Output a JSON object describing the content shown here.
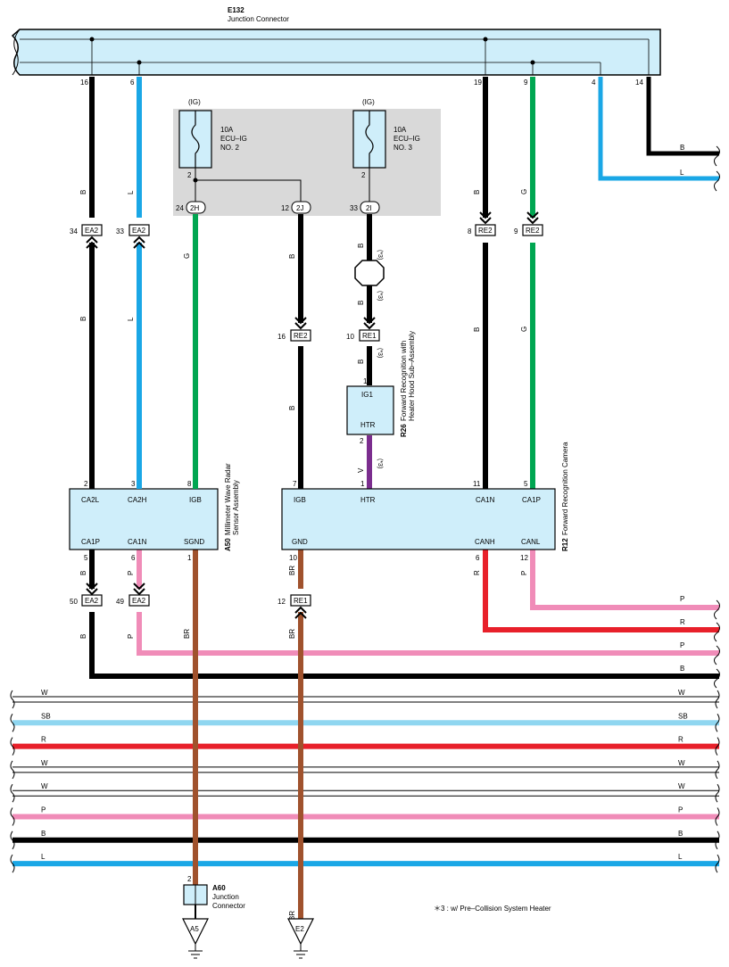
{
  "junction": {
    "code": "E132",
    "name": "Junction Connector"
  },
  "junction_pins": {
    "p16": "16",
    "p6": "6",
    "p19": "19",
    "p9": "9",
    "p4": "4",
    "p14": "14"
  },
  "relay_box": {
    "fuse1": {
      "ig": "(IG)",
      "amp": "10A",
      "name1": "ECU–IG",
      "name2": "NO. 2",
      "pin": "2"
    },
    "fuse2": {
      "ig": "(IG)",
      "amp": "10A",
      "name1": "ECU–IG",
      "name2": "NO. 3",
      "pin": "2"
    },
    "conn_2H": {
      "pin": "24",
      "label": "2H"
    },
    "conn_2J": {
      "pin": "12",
      "label": "2J"
    },
    "conn_2I": {
      "pin": "33",
      "label": "2I"
    }
  },
  "connectors": {
    "ea2_34": {
      "pin": "34",
      "label": "EA2"
    },
    "ea2_33": {
      "pin": "33",
      "label": "EA2"
    },
    "re2_8": {
      "pin": "8",
      "label": "RE2"
    },
    "re2_9": {
      "pin": "9",
      "label": "RE2"
    },
    "re2_16": {
      "pin": "16",
      "label": "RE2"
    },
    "re1_10": {
      "pin": "10",
      "label": "RE1"
    },
    "ea2_50": {
      "pin": "50",
      "label": "EA2"
    },
    "ea2_49": {
      "pin": "49",
      "label": "EA2"
    },
    "re1_12": {
      "pin": "12",
      "label": "RE1"
    }
  },
  "wire_colors": {
    "w1": "B",
    "w2": "L",
    "w3": "G",
    "w4": "B",
    "w5": "B",
    "w6": "G",
    "w7": "B",
    "w8": "L",
    "w9": "B",
    "w10": "B",
    "w11": "B",
    "w12": "B",
    "w13": "G",
    "w14": "V",
    "w15": "B",
    "w16": "P",
    "w17": "BR",
    "w18": "BR",
    "w19": "R",
    "w20": "P",
    "w21": "B",
    "w22": "P",
    "w23": "BR",
    "w24": "BR",
    "w25": "BR"
  },
  "notes_star": {
    "n1": "(*3)",
    "n2": "(*3)",
    "n3": "(*3)",
    "n4": "(*3)"
  },
  "r26": {
    "code": "R26",
    "name1": "Forward Recognition with",
    "name2": "Heater Hood Sub–Assembly",
    "pin_top": "1",
    "pin_bottom": "2",
    "label_ig1": "IG1",
    "label_htr": "HTR"
  },
  "a50": {
    "code": "A50",
    "name1": "Millimeter Wave Radar",
    "name2": "Sensor Assembly",
    "pins_top": [
      "2",
      "3",
      "8"
    ],
    "labels_top": [
      "CA2L",
      "CA2H",
      "IGB"
    ],
    "pins_bottom": [
      "5",
      "6",
      "1"
    ],
    "labels_bottom": [
      "CA1P",
      "CA1N",
      "SGND"
    ]
  },
  "r12": {
    "code": "R12",
    "name1": "Forward Recognition Camera",
    "pins_top": [
      "7",
      "1",
      "11",
      "5"
    ],
    "labels_top": [
      "IGB",
      "HTR",
      "CA1N",
      "CA1P"
    ],
    "pins_bottom": [
      "10",
      "6",
      "12"
    ],
    "labels_bottom": [
      "GND",
      "CANH",
      "CANL"
    ]
  },
  "bus_lines": [
    {
      "label": "W",
      "color": "#ffffff"
    },
    {
      "label": "SB",
      "color": "#8fd6f0"
    },
    {
      "label": "R",
      "color": "#e8202a"
    },
    {
      "label": "W",
      "color": "#ffffff"
    },
    {
      "label": "W",
      "color": "#ffffff"
    },
    {
      "label": "P",
      "color": "#f08cb8"
    },
    {
      "label": "B",
      "color": "#000000"
    },
    {
      "label": "L",
      "color": "#1aa7e6"
    }
  ],
  "right_labels": {
    "b_top": "B",
    "l_top": "L",
    "p1": "P",
    "r1": "R",
    "p2": "P",
    "b2": "B"
  },
  "a60": {
    "code": "A60",
    "name1": "Junction",
    "name2": "Connector",
    "pin": "2"
  },
  "grounds": {
    "g1": "A5",
    "g2": "E2"
  },
  "footnote": "＊3 : w/ Pre–Collision System Heater",
  "colors": {
    "black": "#000000",
    "blue": "#1aa7e6",
    "green": "#00a651",
    "pink": "#f08cb8",
    "red": "#e8202a",
    "brown": "#a0522d",
    "violet": "#7b2d8e",
    "panel": "#cfeefa",
    "gray": "#d9d9d9"
  }
}
